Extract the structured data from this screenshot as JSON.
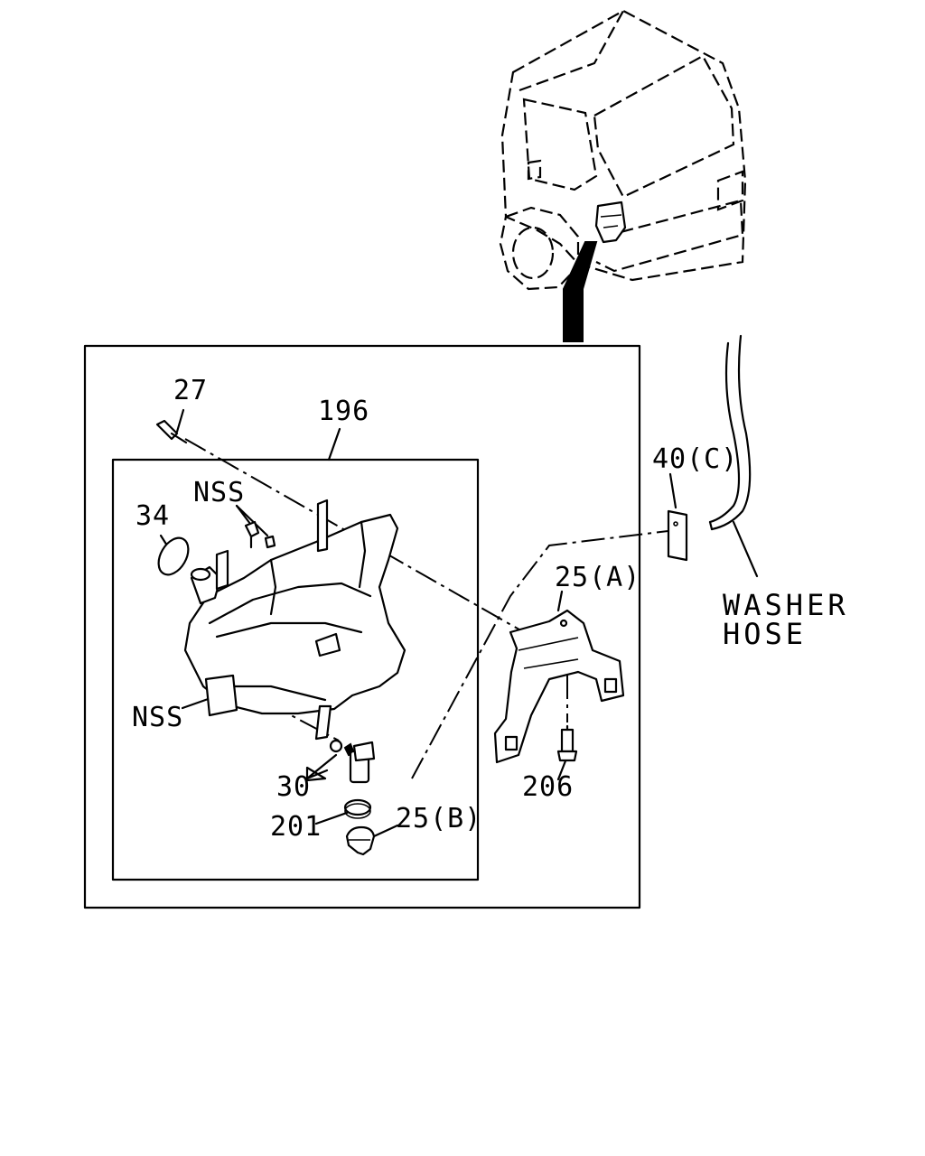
{
  "labels": {
    "p27": "27",
    "p196": "196",
    "nss_top": "NSS",
    "p34": "34",
    "nss_left": "NSS",
    "p30": "30",
    "p201": "201",
    "p25b": "25(B)",
    "p25a": "25(A)",
    "p206": "206",
    "p40c": "40(C)",
    "washer_hose_line1": "WASHER",
    "washer_hose_line2": "HOSE"
  }
}
